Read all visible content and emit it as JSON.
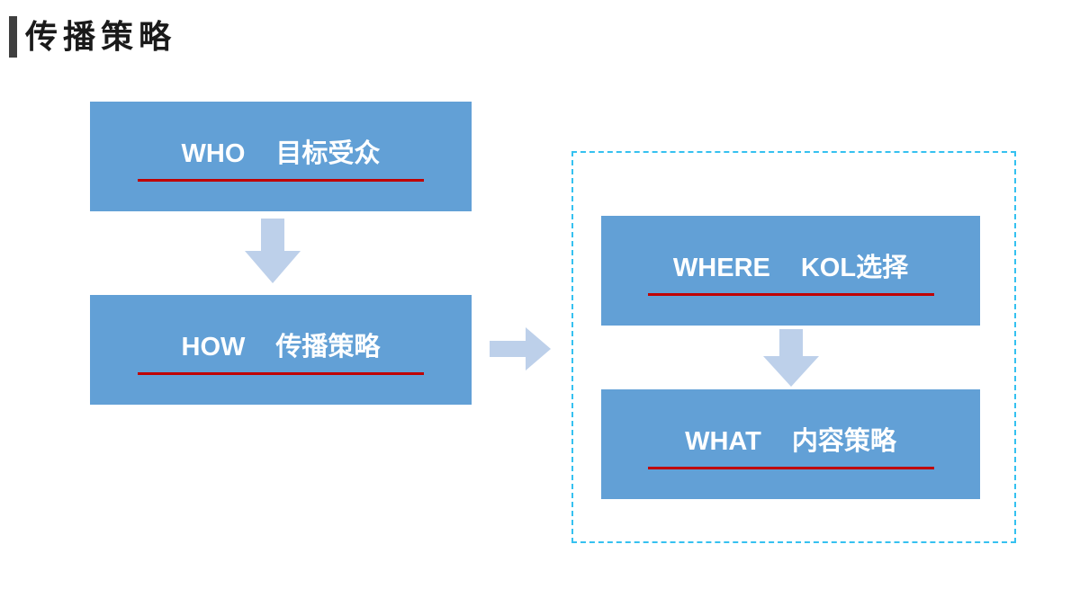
{
  "slide": {
    "title": "传播策略"
  },
  "diagram": {
    "boxes": {
      "who": {
        "en": "WHO",
        "zh": "目标受众"
      },
      "how": {
        "en": "HOW",
        "zh": "传播策略"
      },
      "where": {
        "en": "WHERE",
        "zh": "KOL选择"
      },
      "what": {
        "en": "WHAT",
        "zh": "内容策略"
      }
    },
    "flow": [
      "WHO 目标受众 -> HOW 传播策略",
      "HOW 传播策略 -> WHERE KOL选择",
      "WHERE KOL选择 -> WHAT 内容策略"
    ]
  },
  "colors": {
    "box_fill": "#62a0d6",
    "box_text": "#ffffff",
    "underline_red": "#c00000",
    "arrow_fill": "#bdd0ea",
    "dashed_border": "#35c1f0",
    "title_marker": "#3f3f3f",
    "title_text": "#1a1a1a"
  }
}
